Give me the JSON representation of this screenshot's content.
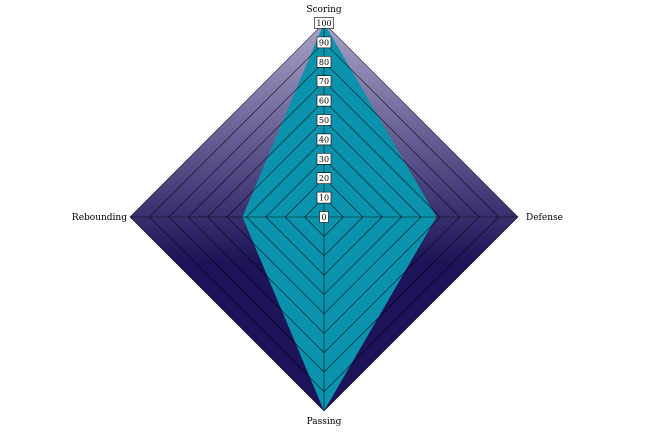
{
  "chart_data": {
    "type": "radar",
    "axes": [
      "Scoring",
      "Defense",
      "Passing",
      "Rebounding"
    ],
    "series": [
      {
        "values": [
          100,
          58,
          100,
          42
        ]
      }
    ],
    "rlim": [
      0,
      100
    ],
    "ticks": [
      "0",
      "10",
      "20",
      "30",
      "40",
      "50",
      "60",
      "70",
      "80",
      "90",
      "100"
    ],
    "grid": true,
    "legend": "none"
  },
  "colors": {
    "series_fill": "#0B93AE",
    "background_top": "#A9A3C9",
    "background_bottom": "#1C1358",
    "grid_line": "#000000"
  }
}
